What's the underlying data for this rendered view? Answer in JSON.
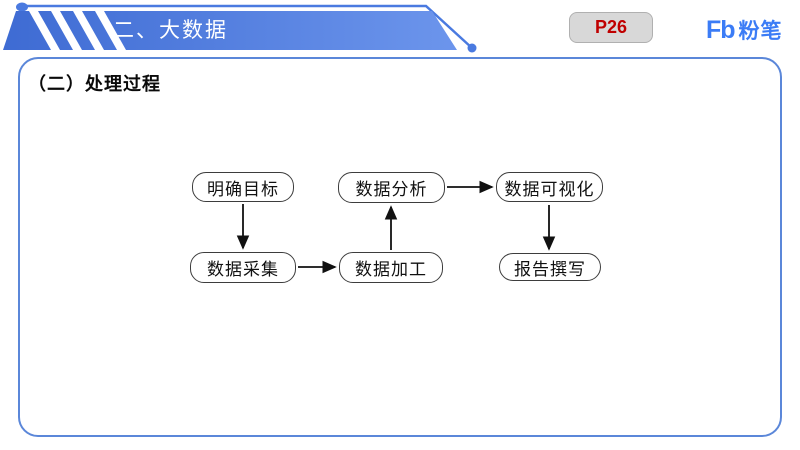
{
  "header": {
    "title": "二、大数据",
    "page_badge": "P26",
    "logo": {
      "mark": "Fb",
      "text": "粉笔"
    }
  },
  "content": {
    "heading": "（二）处理过程"
  },
  "flowchart": {
    "nodes": [
      {
        "id": "goal",
        "label": "明确目标"
      },
      {
        "id": "analysis",
        "label": "数据分析"
      },
      {
        "id": "visualization",
        "label": "数据可视化"
      },
      {
        "id": "collection",
        "label": "数据采集"
      },
      {
        "id": "processing",
        "label": "数据加工"
      },
      {
        "id": "report",
        "label": "报告撰写"
      }
    ],
    "edges": [
      {
        "from": "明确目标",
        "to": "数据采集",
        "direction": "down"
      },
      {
        "from": "数据采集",
        "to": "数据加工",
        "direction": "right"
      },
      {
        "from": "数据加工",
        "to": "数据分析",
        "direction": "up"
      },
      {
        "from": "数据分析",
        "to": "数据可视化",
        "direction": "right"
      },
      {
        "from": "数据可视化",
        "to": "报告撰写",
        "direction": "down"
      }
    ]
  },
  "colors": {
    "banner_gradient_start": "#3e6bd3",
    "banner_gradient_end": "#6c95ec",
    "accent_line_blue": "#4a7ae0",
    "content_border_blue": "#5b87d9",
    "badge_background": "#d8d8d8",
    "badge_text_red": "#c00000",
    "logo_blue": "#3b7cf6",
    "node_border": "#3d3d3d"
  }
}
